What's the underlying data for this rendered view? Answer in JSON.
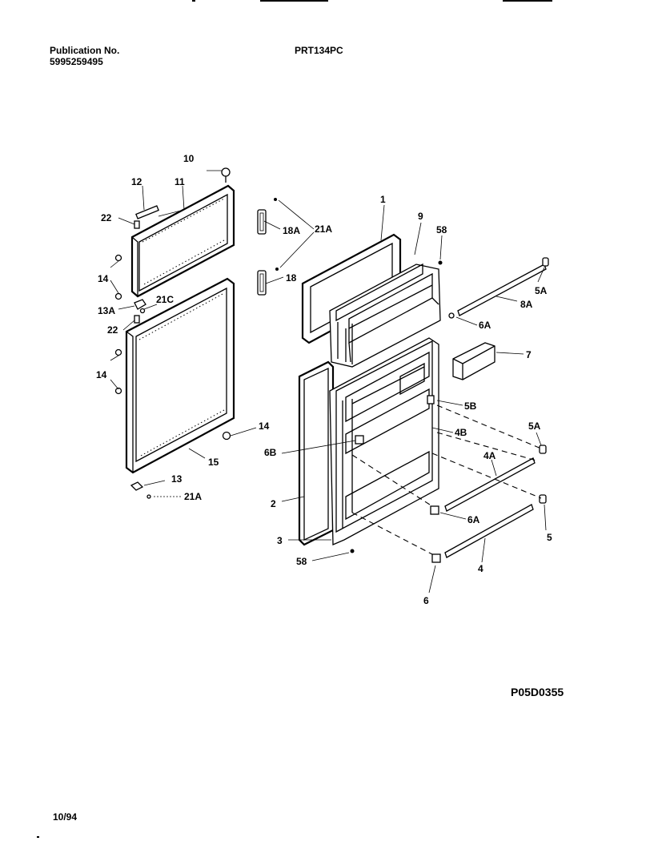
{
  "header": {
    "publication_label": "Publication No.",
    "publication_number": "5995259495",
    "model": "PRT134PC"
  },
  "footer": {
    "diagram_code": "P05D0355",
    "date": "10/94"
  },
  "callouts": {
    "c1": "1",
    "c2": "2",
    "c3": "3",
    "c4": "4",
    "c4a": "4A",
    "c4b": "4B",
    "c5": "5",
    "c5a_top": "5A",
    "c5a_mid": "5A",
    "c5b": "5B",
    "c58_top": "58",
    "c58_bottom": "58",
    "c6": "6",
    "c6a_top": "6A",
    "c6a_bottom": "6A",
    "c6b": "6B",
    "c7": "7",
    "c8a": "8A",
    "c9": "9",
    "c10": "10",
    "c11": "11",
    "c12": "12",
    "c13": "13",
    "c13a": "13A",
    "c14_a": "14",
    "c14_b": "14",
    "c14_c": "14",
    "c15": "15",
    "c18": "18",
    "c18a": "18A",
    "c21a_top": "21A",
    "c21a_bottom": "21A",
    "c21c": "21C",
    "c22_top": "22",
    "c22_bottom": "22"
  }
}
